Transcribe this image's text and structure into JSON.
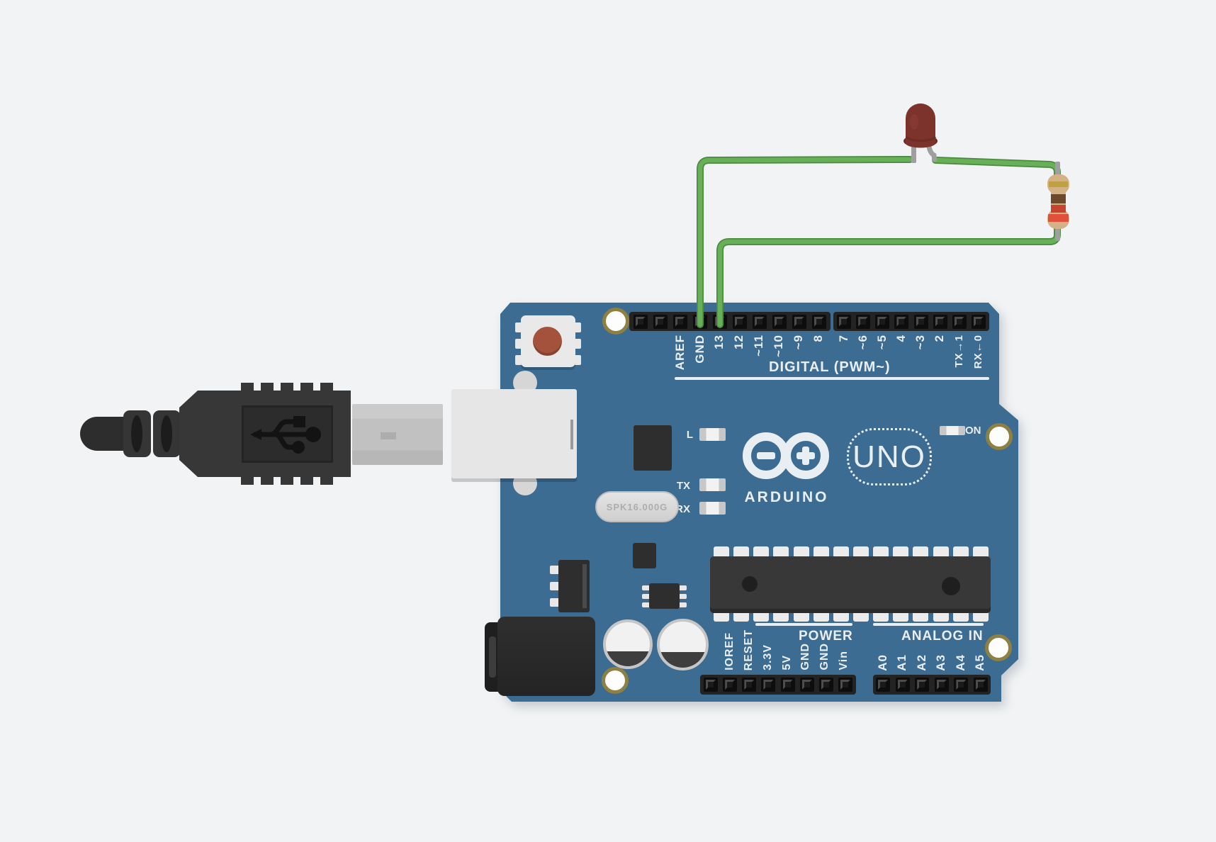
{
  "app": {
    "canvas_color": "#f1f3f4"
  },
  "board": {
    "name": "Arduino Uno R3",
    "color": "#3d6c92",
    "brand": "ARDUINO",
    "model": "UNO",
    "digital_caption": "DIGITAL (PWM~)",
    "power_caption": "POWER",
    "analog_caption": "ANALOG IN",
    "on_label": "ON",
    "led_labels": {
      "l": "L",
      "tx": "TX",
      "rx": "RX"
    },
    "digital_pins_left": [
      "AREF",
      "GND",
      "13",
      "12",
      "~11",
      "~10",
      "~9",
      "8"
    ],
    "digital_pins_right": [
      "7",
      "~6",
      "~5",
      "4",
      "~3",
      "2",
      "TX→1",
      "RX←0"
    ],
    "power_pins": [
      "IOREF",
      "RESET",
      "3.3V",
      "5V",
      "GND",
      "GND",
      "Vin"
    ],
    "analog_pins": [
      "A0",
      "A1",
      "A2",
      "A3",
      "A4",
      "A5"
    ],
    "crystal_label": "SPK16.000G"
  },
  "components": {
    "led": {
      "name": "LED",
      "body_color": "#7b332c"
    },
    "resistor": {
      "name": "Resistor",
      "body_color": "#d5b286",
      "bands_top_to_bottom": [
        "gold",
        "brown",
        "red",
        "red"
      ]
    },
    "usb_cable": {
      "name": "USB Cable"
    },
    "wire_color": "#64ad55",
    "connections": [
      {
        "from": "GND",
        "to": "LED left leg"
      },
      {
        "from": "13",
        "to": "Resistor",
        "then": "LED right leg"
      }
    ]
  }
}
